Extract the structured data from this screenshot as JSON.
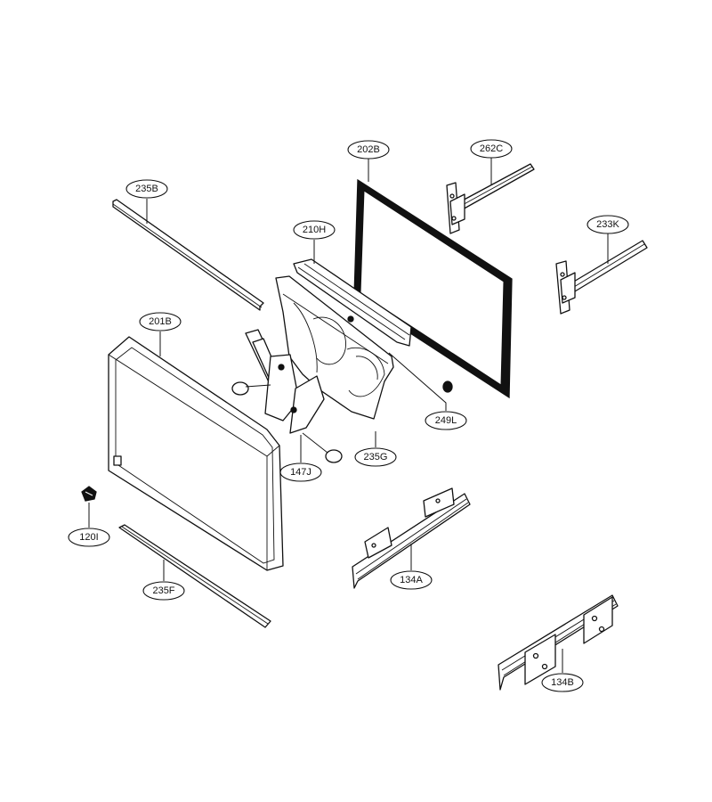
{
  "diagram": {
    "callouts": [
      {
        "id": "202B",
        "label": "202B"
      },
      {
        "id": "262C",
        "label": "262C"
      },
      {
        "id": "235B",
        "label": "235B"
      },
      {
        "id": "210H",
        "label": "210H"
      },
      {
        "id": "233K",
        "label": "233K"
      },
      {
        "id": "201B",
        "label": "201B"
      },
      {
        "id": "249L",
        "label": "249L"
      },
      {
        "id": "235G",
        "label": "235G"
      },
      {
        "id": "147J",
        "label": "147J"
      },
      {
        "id": "120I",
        "label": "120I"
      },
      {
        "id": "134A",
        "label": "134A"
      },
      {
        "id": "235F",
        "label": "235F"
      },
      {
        "id": "134B",
        "label": "134B"
      }
    ]
  }
}
